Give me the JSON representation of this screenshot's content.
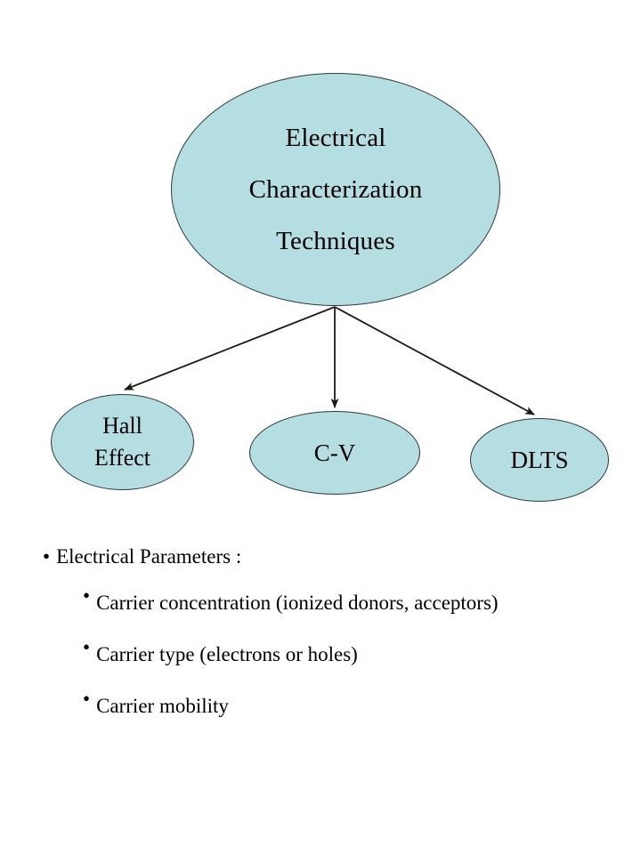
{
  "diagram": {
    "type": "hierarchy-tree",
    "root": {
      "id": "root",
      "label": "Electrical\nCharacterization\nTechniques",
      "shape": "ellipse",
      "fill": "#b5dee2",
      "stroke": "#2b3a3d"
    },
    "children": [
      {
        "id": "hall-effect",
        "label": "Hall\nEffect",
        "shape": "ellipse",
        "fill": "#b5dee2",
        "stroke": "#2b3a3d"
      },
      {
        "id": "c-v",
        "label": "C-V",
        "shape": "ellipse",
        "fill": "#b5dee2",
        "stroke": "#2b3a3d"
      },
      {
        "id": "dlts",
        "label": "DLTS",
        "shape": "ellipse",
        "fill": "#b5dee2",
        "stroke": "#2b3a3d"
      }
    ],
    "connectors": [
      {
        "id": "root-to-hall-effect",
        "from": "root",
        "to": "hall-effect",
        "style": "arrow"
      },
      {
        "id": "root-to-c-v",
        "from": "root",
        "to": "c-v",
        "style": "arrow"
      },
      {
        "id": "root-to-dlts",
        "from": "root",
        "to": "dlts",
        "style": "arrow"
      }
    ]
  },
  "notes": {
    "bullets": [
      {
        "level": 1,
        "glyph": "•",
        "text": "Electrical Parameters :"
      },
      {
        "level": 2,
        "glyph": "•",
        "text": "Carrier concentration (ionized donors, acceptors)"
      },
      {
        "level": 2,
        "glyph": "•",
        "text": "Carrier type (electrons or holes)"
      },
      {
        "level": 2,
        "glyph": "•",
        "text": "Carrier mobility"
      }
    ]
  }
}
